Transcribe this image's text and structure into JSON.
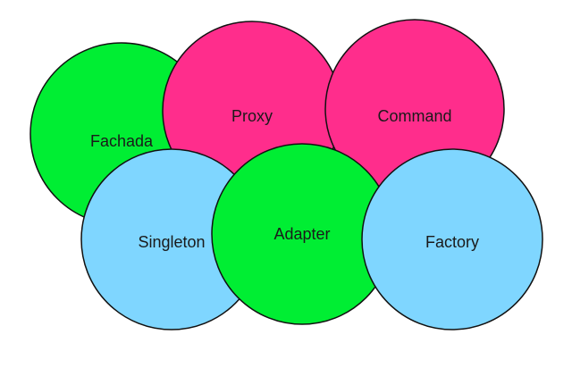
{
  "colors": {
    "green": "#00ee33",
    "pink": "#ff2d8c",
    "blue": "#7fd6ff"
  },
  "circles": [
    {
      "id": "fachada",
      "label": "Fachada",
      "color": "green"
    },
    {
      "id": "proxy",
      "label": "Proxy",
      "color": "pink"
    },
    {
      "id": "command",
      "label": "Command",
      "color": "pink"
    },
    {
      "id": "singleton",
      "label": "Singleton",
      "color": "blue"
    },
    {
      "id": "adapter",
      "label": "Adapter",
      "color": "green"
    },
    {
      "id": "factory",
      "label": "Factory",
      "color": "blue"
    }
  ]
}
